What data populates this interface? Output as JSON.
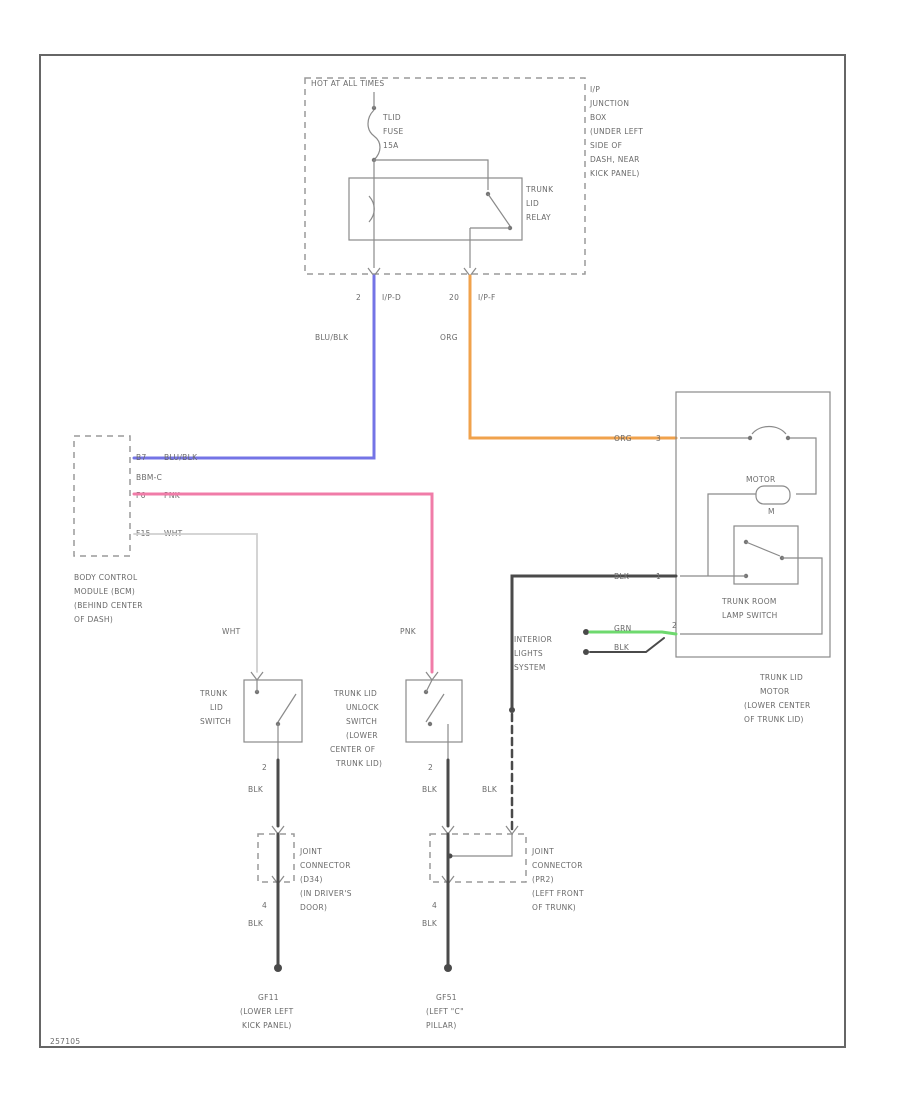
{
  "colors": {
    "blu_blk": "#7474e6",
    "org": "#f0a24c",
    "pnk": "#f07ca8",
    "wht": "#cfcfcf",
    "blk": "#4a4a4a",
    "grn": "#6ed96e",
    "frame": "#666666"
  },
  "junction_box": {
    "header": "HOT AT ALL TIMES",
    "location": [
      "I/P",
      "JUNCTION",
      "BOX",
      "(UNDER LEFT",
      "SIDE OF",
      "DASH, NEAR",
      "KICK PANEL)"
    ],
    "fuse": [
      "TLID",
      "FUSE",
      "15A"
    ],
    "relay": [
      "TRUNK",
      "LID",
      "RELAY"
    ],
    "pins": {
      "left_num": "2",
      "left_conn": "I/P-D",
      "right_num": "20",
      "right_conn": "I/P-F"
    }
  },
  "wires": {
    "blu_blk_vertical": "BLU/BLK",
    "org_vertical": "ORG",
    "wht_vertical": "WHT",
    "pnk_vertical": "PNK",
    "blk_interior": "BLK",
    "blk_left_switch": "BLK",
    "blk_right_switch": "BLK",
    "blk_left_ground": "BLK",
    "blk_right_ground": "BLK"
  },
  "bcm": {
    "pins": [
      {
        "num": "B7",
        "wire": "BLU/BLK"
      },
      {
        "num": "",
        "wire": "BBM-C"
      },
      {
        "num": "F6",
        "wire": "PNK"
      },
      {
        "num": "F15",
        "wire": "WHT"
      }
    ],
    "label": [
      "BODY CONTROL",
      "MODULE (BCM)",
      "(BEHIND CENTER",
      "OF DASH)"
    ]
  },
  "trunk_motor": {
    "org_pin": {
      "wire": "ORG",
      "num": "3"
    },
    "blk_pin": {
      "wire": "BLK",
      "num": "1"
    },
    "motor_label": "MOTOR",
    "motor_symbol": "M",
    "lamp_switch": [
      "TRUNK ROOM",
      "LAMP SWITCH"
    ],
    "label": [
      "TRUNK LID",
      "MOTOR",
      "(LOWER CENTER",
      "OF TRUNK LID)"
    ]
  },
  "interior": {
    "label": [
      "INTERIOR",
      "LIGHTS",
      "SYSTEM"
    ],
    "grn_wire": "GRN",
    "blk_wire": "BLK",
    "pin": "2"
  },
  "trunk_lid_switch": {
    "label": [
      "TRUNK",
      "LID",
      "SWITCH"
    ],
    "pin": "2"
  },
  "unlock_switch": {
    "label": [
      "TRUNK LID",
      "UNLOCK",
      "SWITCH",
      "(LOWER",
      "CENTER OF",
      "TRUNK LID)"
    ],
    "pin": "2"
  },
  "left_connector": {
    "label": [
      "JOINT",
      "CONNECTOR",
      "(D34)",
      "(IN DRIVER'S",
      "DOOR)"
    ],
    "pin": "4"
  },
  "right_connector": {
    "label": [
      "JOINT",
      "CONNECTOR",
      "(PR2)",
      "(LEFT FRONT",
      "OF TRUNK)"
    ],
    "pin": "4"
  },
  "grounds": {
    "left": [
      "GF11",
      "(LOWER LEFT",
      "KICK PANEL)"
    ],
    "right": [
      "GF51",
      "(LEFT \"C\"",
      "PILLAR)"
    ]
  },
  "footer": "257105"
}
